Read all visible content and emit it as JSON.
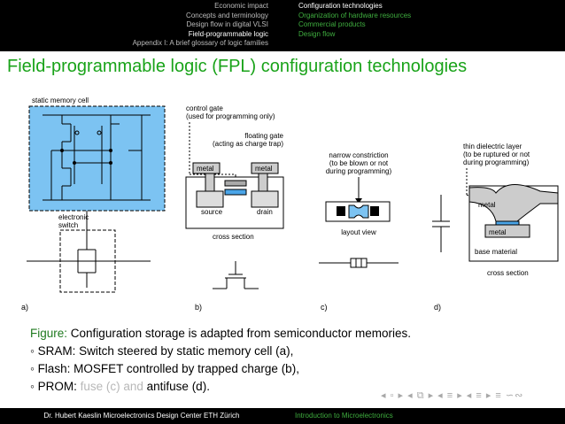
{
  "nav": {
    "left_items": [
      "Economic impact",
      "Concepts and terminology",
      "Design flow in digital VLSI",
      "Field-programmable logic",
      "Appendix I: A brief glossary of logic families"
    ],
    "right_items": [
      "Configuration technologies",
      "Organization of hardware resources",
      "Commercial products",
      "Design flow"
    ]
  },
  "slide": {
    "title": "Field-programmable logic (FPL) configuration technologies"
  },
  "figure": {
    "static_memory_cell": "static memory cell",
    "electronic": "electronic",
    "switch": "switch",
    "control_gate": "control gate",
    "control_gate_note": "(used for programming only)",
    "floating_gate": "floating gate",
    "floating_gate_note": "(acting as charge trap)",
    "metal": "metal",
    "source": "source",
    "drain": "drain",
    "cross_section": "cross section",
    "narrow_1": "narrow constriction",
    "narrow_2": "(to be blown or not",
    "narrow_3": "during programming)",
    "layout_view": "layout view",
    "thin_1": "thin dielectric layer",
    "thin_2": "(to be ruptured or not",
    "thin_3": "during programming)",
    "base_material": "base material",
    "label_a": "a)",
    "label_b": "b)",
    "label_c": "c)",
    "label_d": "d)"
  },
  "caption": {
    "figure_label": "Figure:",
    "figure_text": "Configuration storage is adapted from semiconductor memories.",
    "bullet": "◦",
    "sram": "SRAM: Switch steered by static memory cell (a),",
    "flash": "Flash: MOSFET controlled by trapped charge (b),",
    "prom_prefix": "PROM:",
    "prom_fuse": "fuse (c) and",
    "prom_antifuse": "antifuse (d)."
  },
  "footer": {
    "left": "Dr. Hubert Kaeslin Microelectronics Design Center ETH Zürich",
    "right": "Introduction to Microelectronics"
  },
  "beamer_nav": "◂ ▫ ▸ ◂ ⧉ ▸ ◂ ≡ ▸ ◂ ≡ ▸ ≡ ∽∾"
}
